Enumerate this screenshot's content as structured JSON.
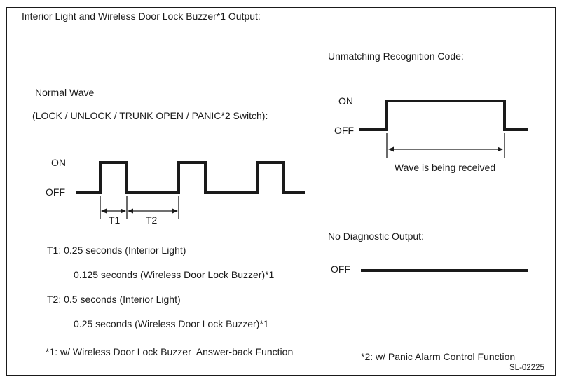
{
  "colors": {
    "ink": "#1a1a1a",
    "background": "#ffffff"
  },
  "header": {
    "title": "Interior Light and Wireless Door Lock Buzzer*1 Output:"
  },
  "normal_wave": {
    "heading": "Normal Wave",
    "subheading": "(LOCK / UNLOCK / TRUNK OPEN / PANIC*2 Switch):",
    "on_label": "ON",
    "off_label": "OFF",
    "t1_label": "T1",
    "t2_label": "T2",
    "timing_lines": [
      "T1: 0.25 seconds (Interior Light)",
      "0.125 seconds (Wireless Door Lock Buzzer)*1",
      "T2: 0.5 seconds (Interior Light)",
      "0.25 seconds (Wireless Door Lock Buzzer)*1"
    ],
    "footnote": "*1: w/ Wireless Door Lock Buzzer  Answer-back Function"
  },
  "unmatching_code": {
    "heading": "Unmatching Recognition Code:",
    "on_label": "ON",
    "off_label": "OFF",
    "caption": "Wave is being received"
  },
  "no_diagnostic": {
    "heading": "No Diagnostic Output:",
    "off_label": "OFF"
  },
  "footnotes": {
    "panic": "*2: w/ Panic Alarm Control Function"
  },
  "figure_code": "SL-02225"
}
